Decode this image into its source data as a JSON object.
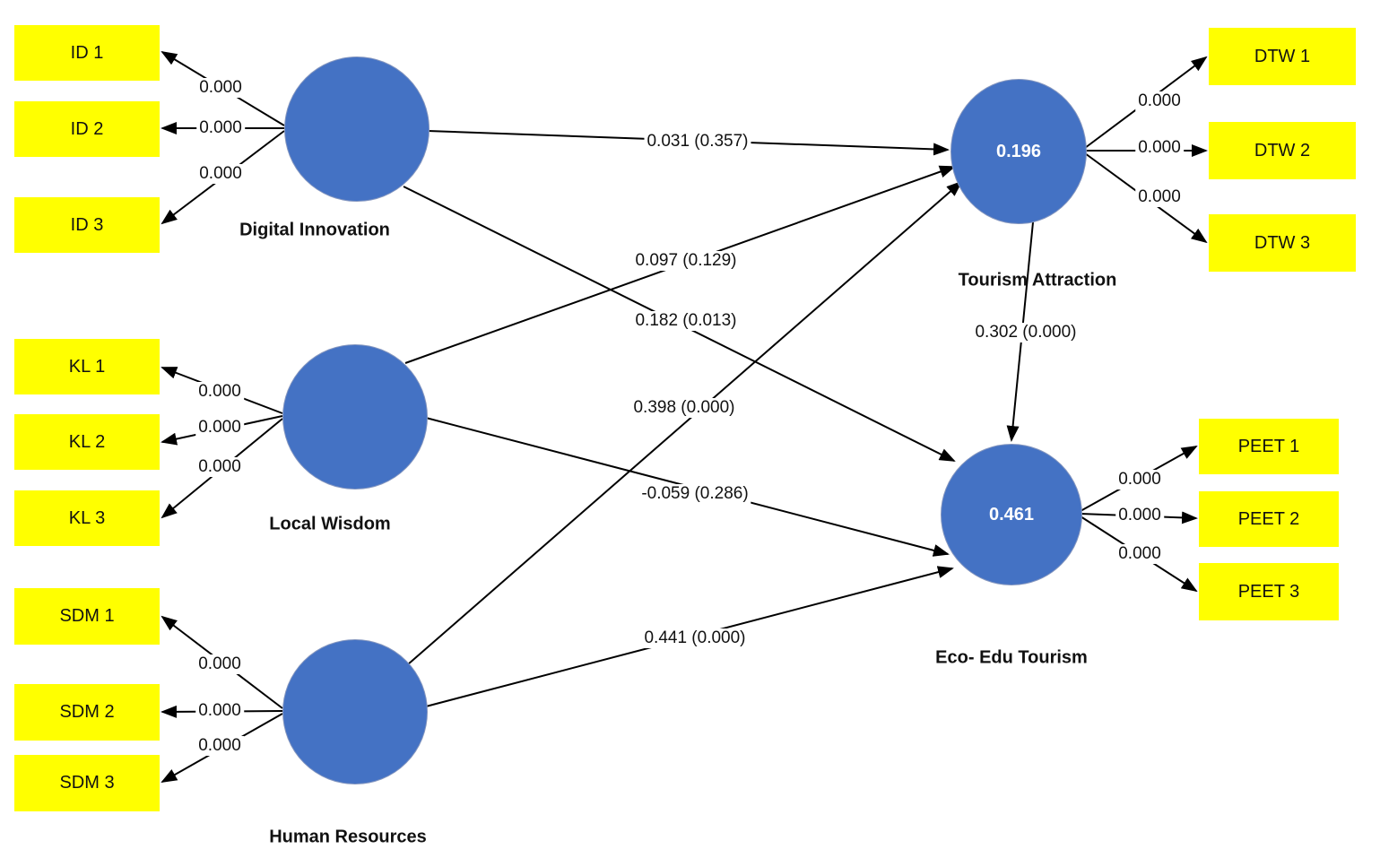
{
  "diagram_type": "PLS-SEM structural model",
  "colors": {
    "latent_fill": "#4472C4",
    "indicator_fill": "#FFFF00",
    "arrow": "#000000"
  },
  "constructs": {
    "digital_innovation": {
      "label": "Digital Innovation"
    },
    "local_wisdom": {
      "label": "Local Wisdom"
    },
    "human_resources": {
      "label": "Human Resources"
    },
    "tourism_attraction": {
      "label": "Tourism Attraction",
      "r_squared": "0.196"
    },
    "eco_edu_tourism": {
      "label": "Eco- Edu Tourism",
      "r_squared": "0.461"
    }
  },
  "indicators": {
    "id1": {
      "label": "ID 1",
      "loading": "0.000"
    },
    "id2": {
      "label": "ID 2",
      "loading": "0.000"
    },
    "id3": {
      "label": "ID 3",
      "loading": "0.000"
    },
    "kl1": {
      "label": "KL 1",
      "loading": "0.000"
    },
    "kl2": {
      "label": "KL 2",
      "loading": "0.000"
    },
    "kl3": {
      "label": "KL 3",
      "loading": "0.000"
    },
    "sdm1": {
      "label": "SDM 1",
      "loading": "0.000"
    },
    "sdm2": {
      "label": "SDM 2",
      "loading": "0.000"
    },
    "sdm3": {
      "label": "SDM 3",
      "loading": "0.000"
    },
    "dtw1": {
      "label": "DTW 1",
      "loading": "0.000"
    },
    "dtw2": {
      "label": "DTW 2",
      "loading": "0.000"
    },
    "dtw3": {
      "label": "DTW 3",
      "loading": "0.000"
    },
    "peet1": {
      "label": "PEET 1",
      "loading": "0.000"
    },
    "peet2": {
      "label": "PEET 2",
      "loading": "0.000"
    },
    "peet3": {
      "label": "PEET 3",
      "loading": "0.000"
    }
  },
  "paths": {
    "di_to_ta": {
      "from": "Digital Innovation",
      "to": "Tourism Attraction",
      "label": "0.031 (0.357)"
    },
    "lw_to_ta": {
      "from": "Local Wisdom",
      "to": "Tourism Attraction",
      "label": "0.097 (0.129)"
    },
    "di_to_ee": {
      "from": "Digital Innovation",
      "to": "Eco- Edu Tourism",
      "label": "0.182 (0.013)"
    },
    "hr_to_ta": {
      "from": "Human Resources",
      "to": "Tourism Attraction",
      "label": "0.398 (0.000)"
    },
    "lw_to_ee": {
      "from": "Local Wisdom",
      "to": "Eco- Edu Tourism",
      "label": "-0.059 (0.286)"
    },
    "hr_to_ee": {
      "from": "Human Resources",
      "to": "Eco- Edu Tourism",
      "label": "0.441 (0.000)"
    },
    "ta_to_ee": {
      "from": "Tourism Attraction",
      "to": "Eco- Edu Tourism",
      "label": "0.302 (0.000)"
    }
  }
}
